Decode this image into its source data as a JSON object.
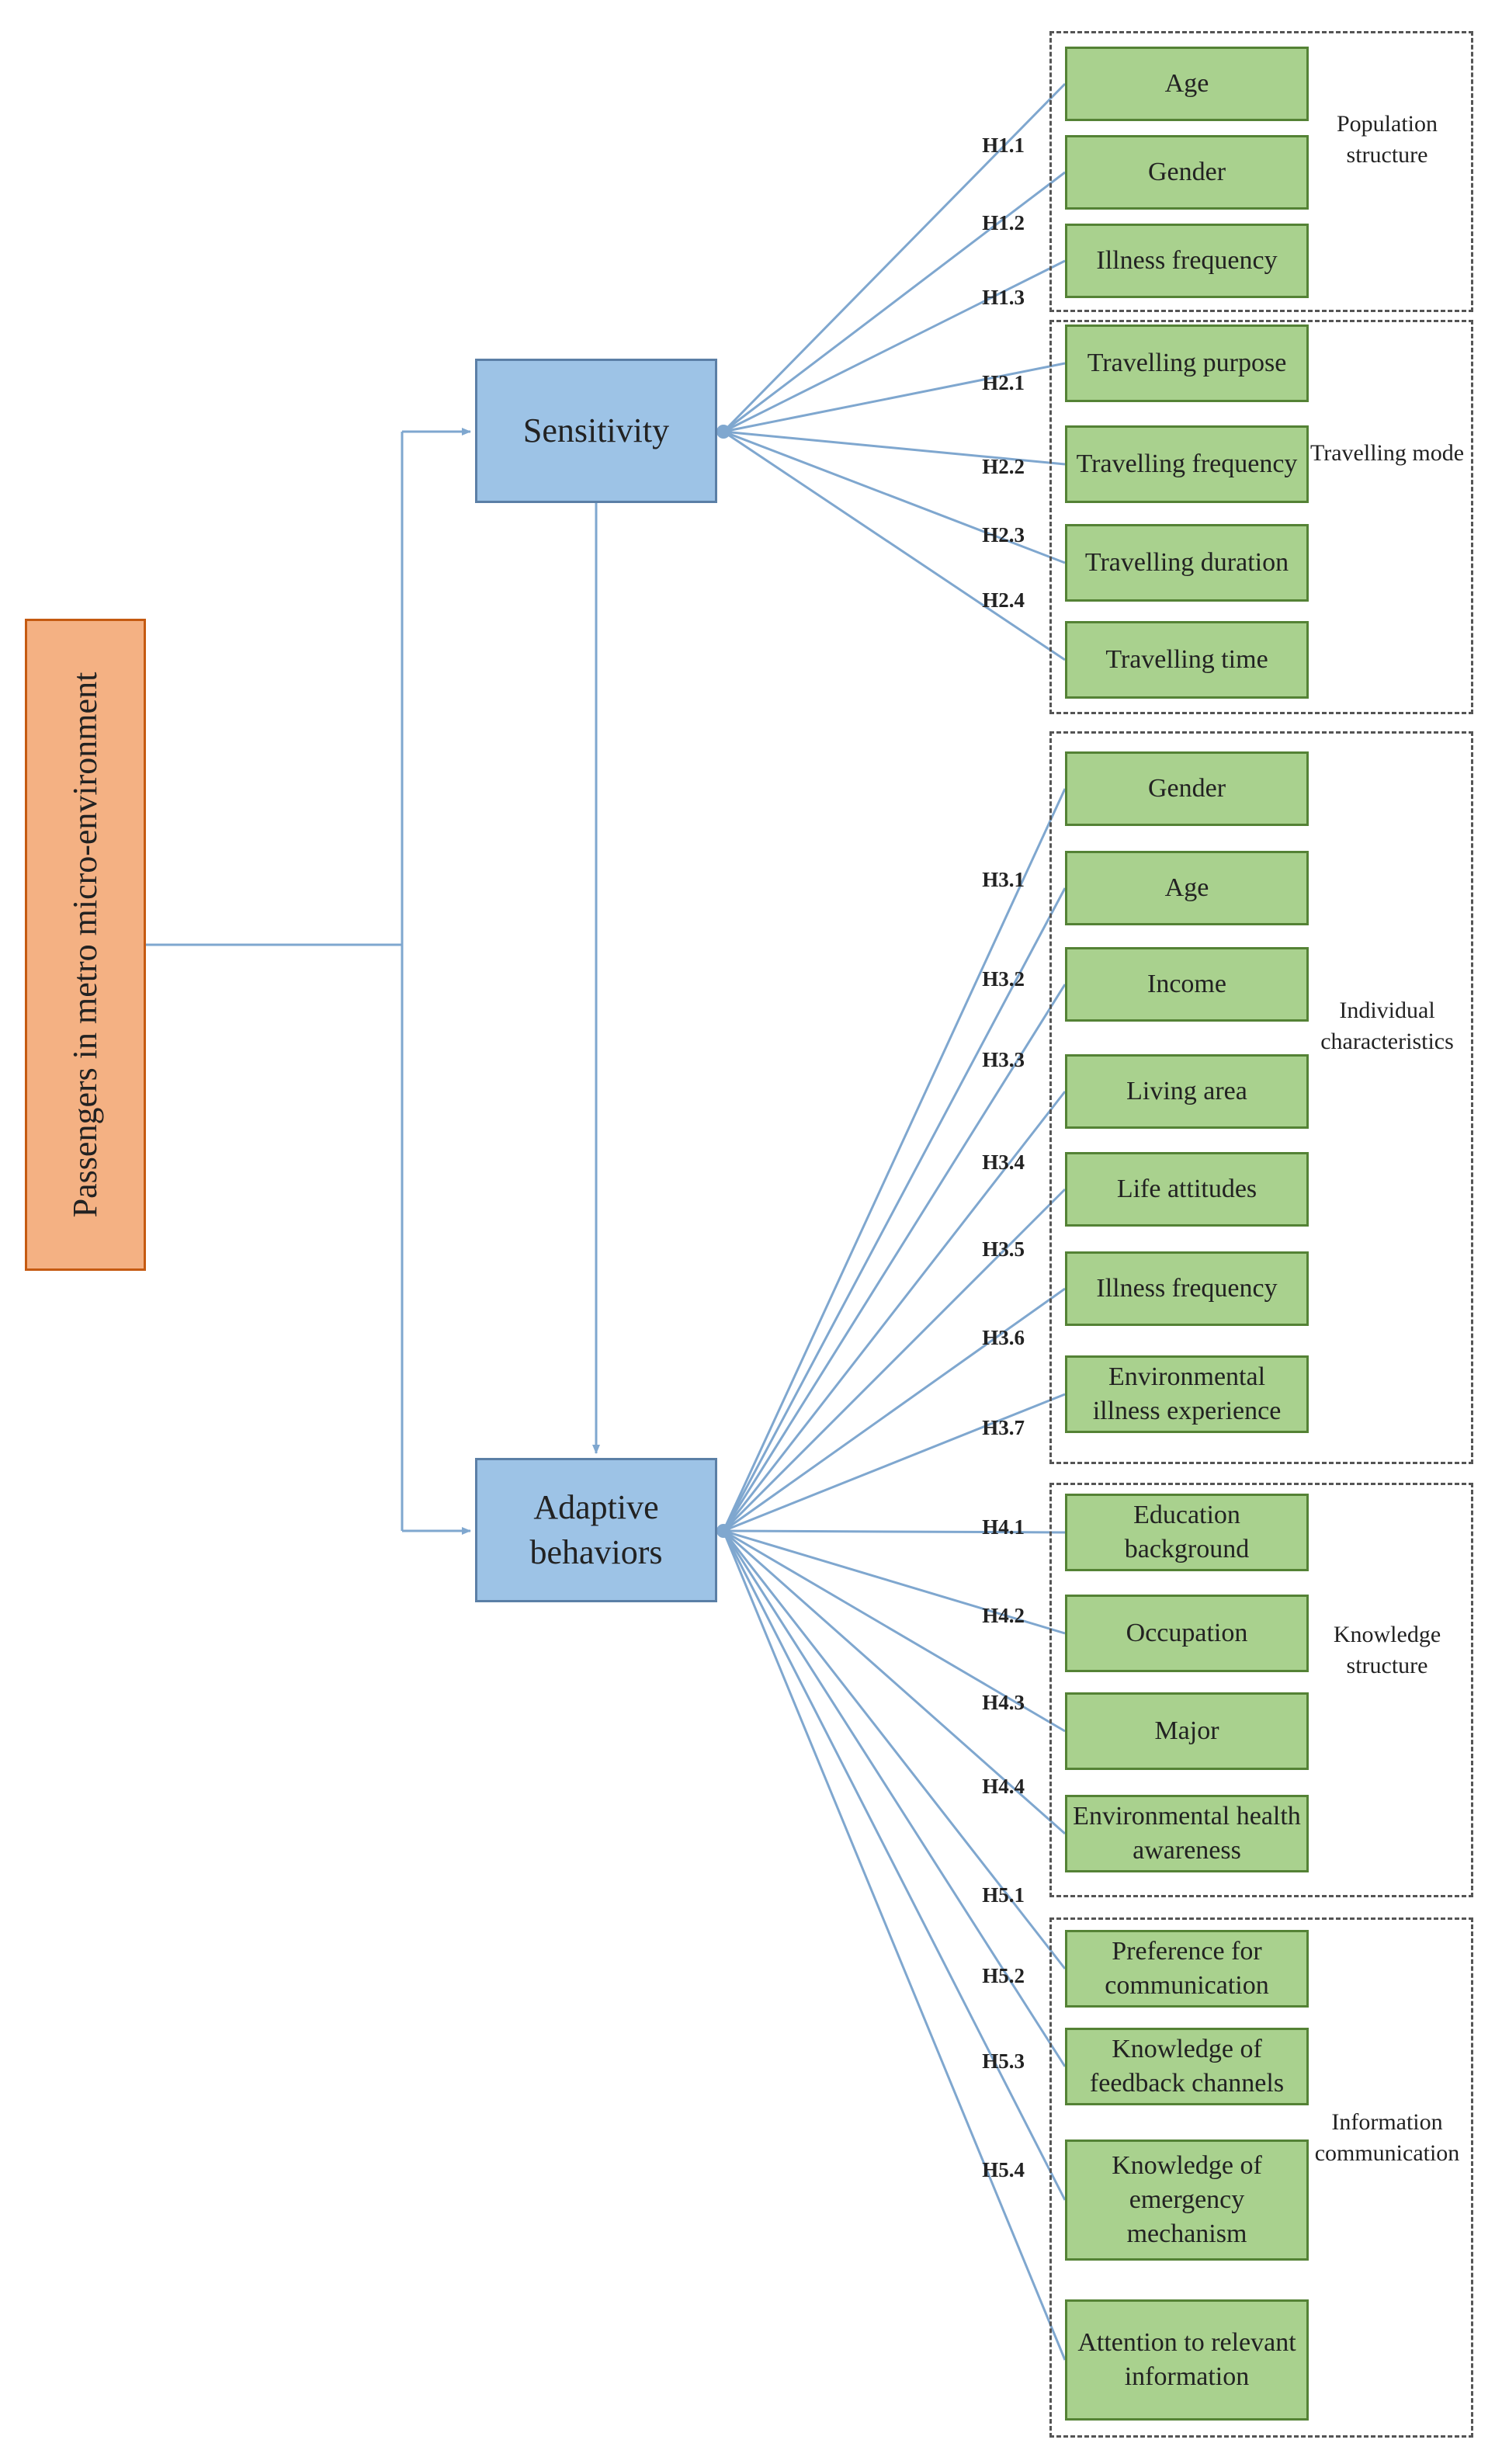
{
  "root": {
    "label": "Passengers in metro micro-environment"
  },
  "sensitivity": {
    "label": "Sensitivity"
  },
  "adaptive": {
    "label": "Adaptive behaviors"
  },
  "groups": [
    {
      "title": "Population structure",
      "factors": [
        {
          "hypothesis": "H1.1",
          "label": "Age"
        },
        {
          "hypothesis": "H1.2",
          "label": "Gender"
        },
        {
          "hypothesis": "H1.3",
          "label": "Illness frequency"
        }
      ]
    },
    {
      "title": "Travelling mode",
      "factors": [
        {
          "hypothesis": "H2.1",
          "label": "Travelling purpose"
        },
        {
          "hypothesis": "H2.2",
          "label": "Travelling frequency"
        },
        {
          "hypothesis": "H2.3",
          "label": "Travelling duration"
        },
        {
          "hypothesis": "H2.4",
          "label": "Travelling time"
        }
      ]
    },
    {
      "title": "Individual characteristics",
      "factors": [
        {
          "hypothesis": "H3.1",
          "label": "Gender"
        },
        {
          "hypothesis": "H3.2",
          "label": "Age"
        },
        {
          "hypothesis": "H3.3",
          "label": "Income"
        },
        {
          "hypothesis": "H3.4",
          "label": "Living area"
        },
        {
          "hypothesis": "H3.5",
          "label": "Life attitudes"
        },
        {
          "hypothesis": "H3.6",
          "label": "Illness frequency"
        },
        {
          "hypothesis": "H3.7",
          "label": "Environmental illness experience"
        }
      ]
    },
    {
      "title": "Knowledge structure",
      "factors": [
        {
          "hypothesis": "H4.1",
          "label": "Education background"
        },
        {
          "hypothesis": "H4.2",
          "label": "Occupation"
        },
        {
          "hypothesis": "H4.3",
          "label": "Major"
        },
        {
          "hypothesis": "H4.4",
          "label": "Environmental health awareness"
        }
      ]
    },
    {
      "title": "Information communication",
      "factors": [
        {
          "hypothesis": "H5.1",
          "label": "Preference for communication"
        },
        {
          "hypothesis": "H5.2",
          "label": "Knowledge of feedback channels"
        },
        {
          "hypothesis": "H5.3",
          "label": "Knowledge of emergency mechanism"
        },
        {
          "hypothesis": "H5.4",
          "label": "Attention to relevant information"
        }
      ]
    }
  ],
  "colors": {
    "line": "#7fa7cf",
    "factor_fill": "#a9d18e",
    "node_fill": "#9dc3e6",
    "root_fill": "#f4b183"
  }
}
